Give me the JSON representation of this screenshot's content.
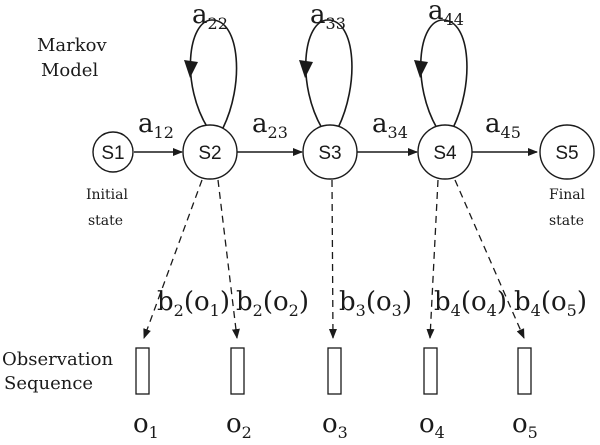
{
  "diagram": {
    "model_label": [
      "Markov",
      "Model"
    ],
    "observation_label": [
      "Observation",
      "Sequence"
    ],
    "states": [
      {
        "id": "S1",
        "label": "S1"
      },
      {
        "id": "S2",
        "label": "S2"
      },
      {
        "id": "S3",
        "label": "S3"
      },
      {
        "id": "S4",
        "label": "S4"
      },
      {
        "id": "S5",
        "label": "S5"
      }
    ],
    "initial_note": [
      "Initial",
      "state"
    ],
    "final_note": [
      "Final",
      "state"
    ],
    "self_loops": [
      {
        "state": "S2",
        "base": "a",
        "sub": "22"
      },
      {
        "state": "S3",
        "base": "a",
        "sub": "33"
      },
      {
        "state": "S4",
        "base": "a",
        "sub": "44"
      }
    ],
    "transitions": [
      {
        "from": "S1",
        "to": "S2",
        "base": "a",
        "sub": "12"
      },
      {
        "from": "S2",
        "to": "S3",
        "base": "a",
        "sub": "23"
      },
      {
        "from": "S3",
        "to": "S4",
        "base": "a",
        "sub": "34"
      },
      {
        "from": "S4",
        "to": "S5",
        "base": "a",
        "sub": "45"
      }
    ],
    "emissions": [
      {
        "from": "S2",
        "to": "o1",
        "b": "b",
        "bsub": "2",
        "o": "o",
        "osub": "1"
      },
      {
        "from": "S2",
        "to": "o2",
        "b": "b",
        "bsub": "2",
        "o": "o",
        "osub": "2"
      },
      {
        "from": "S3",
        "to": "o3",
        "b": "b",
        "bsub": "3",
        "o": "o",
        "osub": "3"
      },
      {
        "from": "S4",
        "to": "o4",
        "b": "b",
        "bsub": "4",
        "o": "o",
        "osub": "4"
      },
      {
        "from": "S4",
        "to": "o5",
        "b": "b",
        "bsub": "4",
        "o": "o",
        "osub": "5"
      }
    ],
    "observations": [
      {
        "id": "o1",
        "base": "o",
        "sub": "1"
      },
      {
        "id": "o2",
        "base": "o",
        "sub": "2"
      },
      {
        "id": "o3",
        "base": "o",
        "sub": "3"
      },
      {
        "id": "o4",
        "base": "o",
        "sub": "4"
      },
      {
        "id": "o5",
        "base": "o",
        "sub": "5"
      }
    ]
  }
}
